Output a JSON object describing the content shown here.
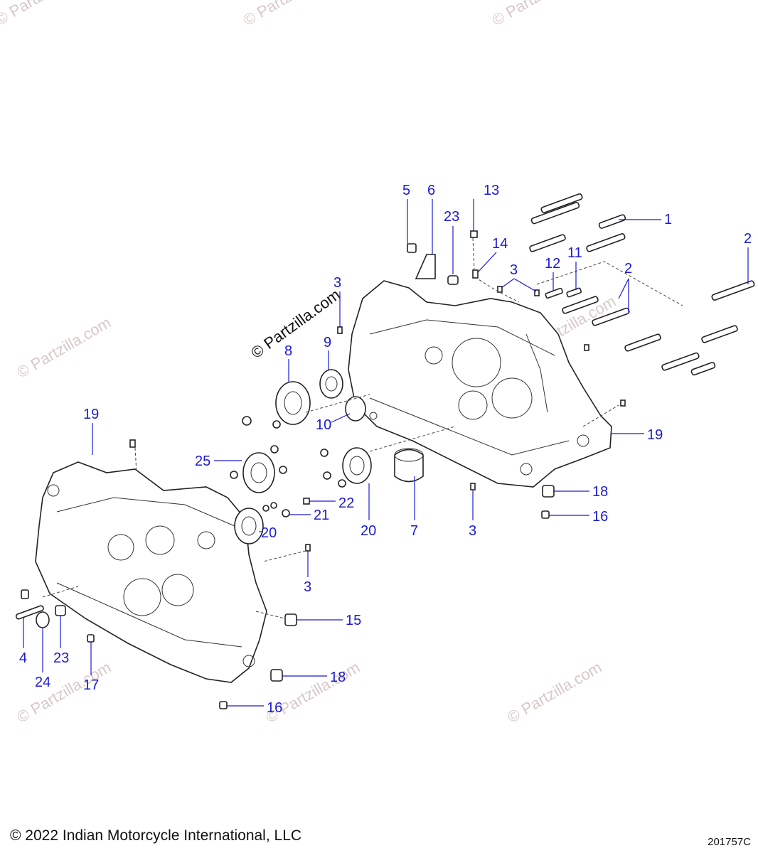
{
  "watermark": "© Partzilla.com",
  "copyright": "© 2022 Indian Motorcycle International, LLC",
  "figure_id": "201757C",
  "colors": {
    "callout": "#1a1ad6",
    "line_art": "#222222",
    "watermark": "#d8c8c8"
  },
  "callouts": [
    {
      "id": "c1",
      "label": "1"
    },
    {
      "id": "c2a",
      "label": "2"
    },
    {
      "id": "c2b",
      "label": "2"
    },
    {
      "id": "c3a",
      "label": "3"
    },
    {
      "id": "c3b",
      "label": "3"
    },
    {
      "id": "c3c",
      "label": "3"
    },
    {
      "id": "c3d",
      "label": "3"
    },
    {
      "id": "c4",
      "label": "4"
    },
    {
      "id": "c5",
      "label": "5"
    },
    {
      "id": "c6",
      "label": "6"
    },
    {
      "id": "c7",
      "label": "7"
    },
    {
      "id": "c8",
      "label": "8"
    },
    {
      "id": "c9",
      "label": "9"
    },
    {
      "id": "c10",
      "label": "10"
    },
    {
      "id": "c11",
      "label": "11"
    },
    {
      "id": "c12",
      "label": "12"
    },
    {
      "id": "c13",
      "label": "13"
    },
    {
      "id": "c14",
      "label": "14"
    },
    {
      "id": "c15",
      "label": "15"
    },
    {
      "id": "c16a",
      "label": "16"
    },
    {
      "id": "c16b",
      "label": "16"
    },
    {
      "id": "c17",
      "label": "17"
    },
    {
      "id": "c18a",
      "label": "18"
    },
    {
      "id": "c18b",
      "label": "18"
    },
    {
      "id": "c19a",
      "label": "19"
    },
    {
      "id": "c19b",
      "label": "19"
    },
    {
      "id": "c20a",
      "label": "20"
    },
    {
      "id": "c20b",
      "label": "20"
    },
    {
      "id": "c21",
      "label": "21"
    },
    {
      "id": "c22",
      "label": "22"
    },
    {
      "id": "c23a",
      "label": "23"
    },
    {
      "id": "c23b",
      "label": "23"
    },
    {
      "id": "c24",
      "label": "24"
    },
    {
      "id": "c25",
      "label": "25"
    }
  ]
}
